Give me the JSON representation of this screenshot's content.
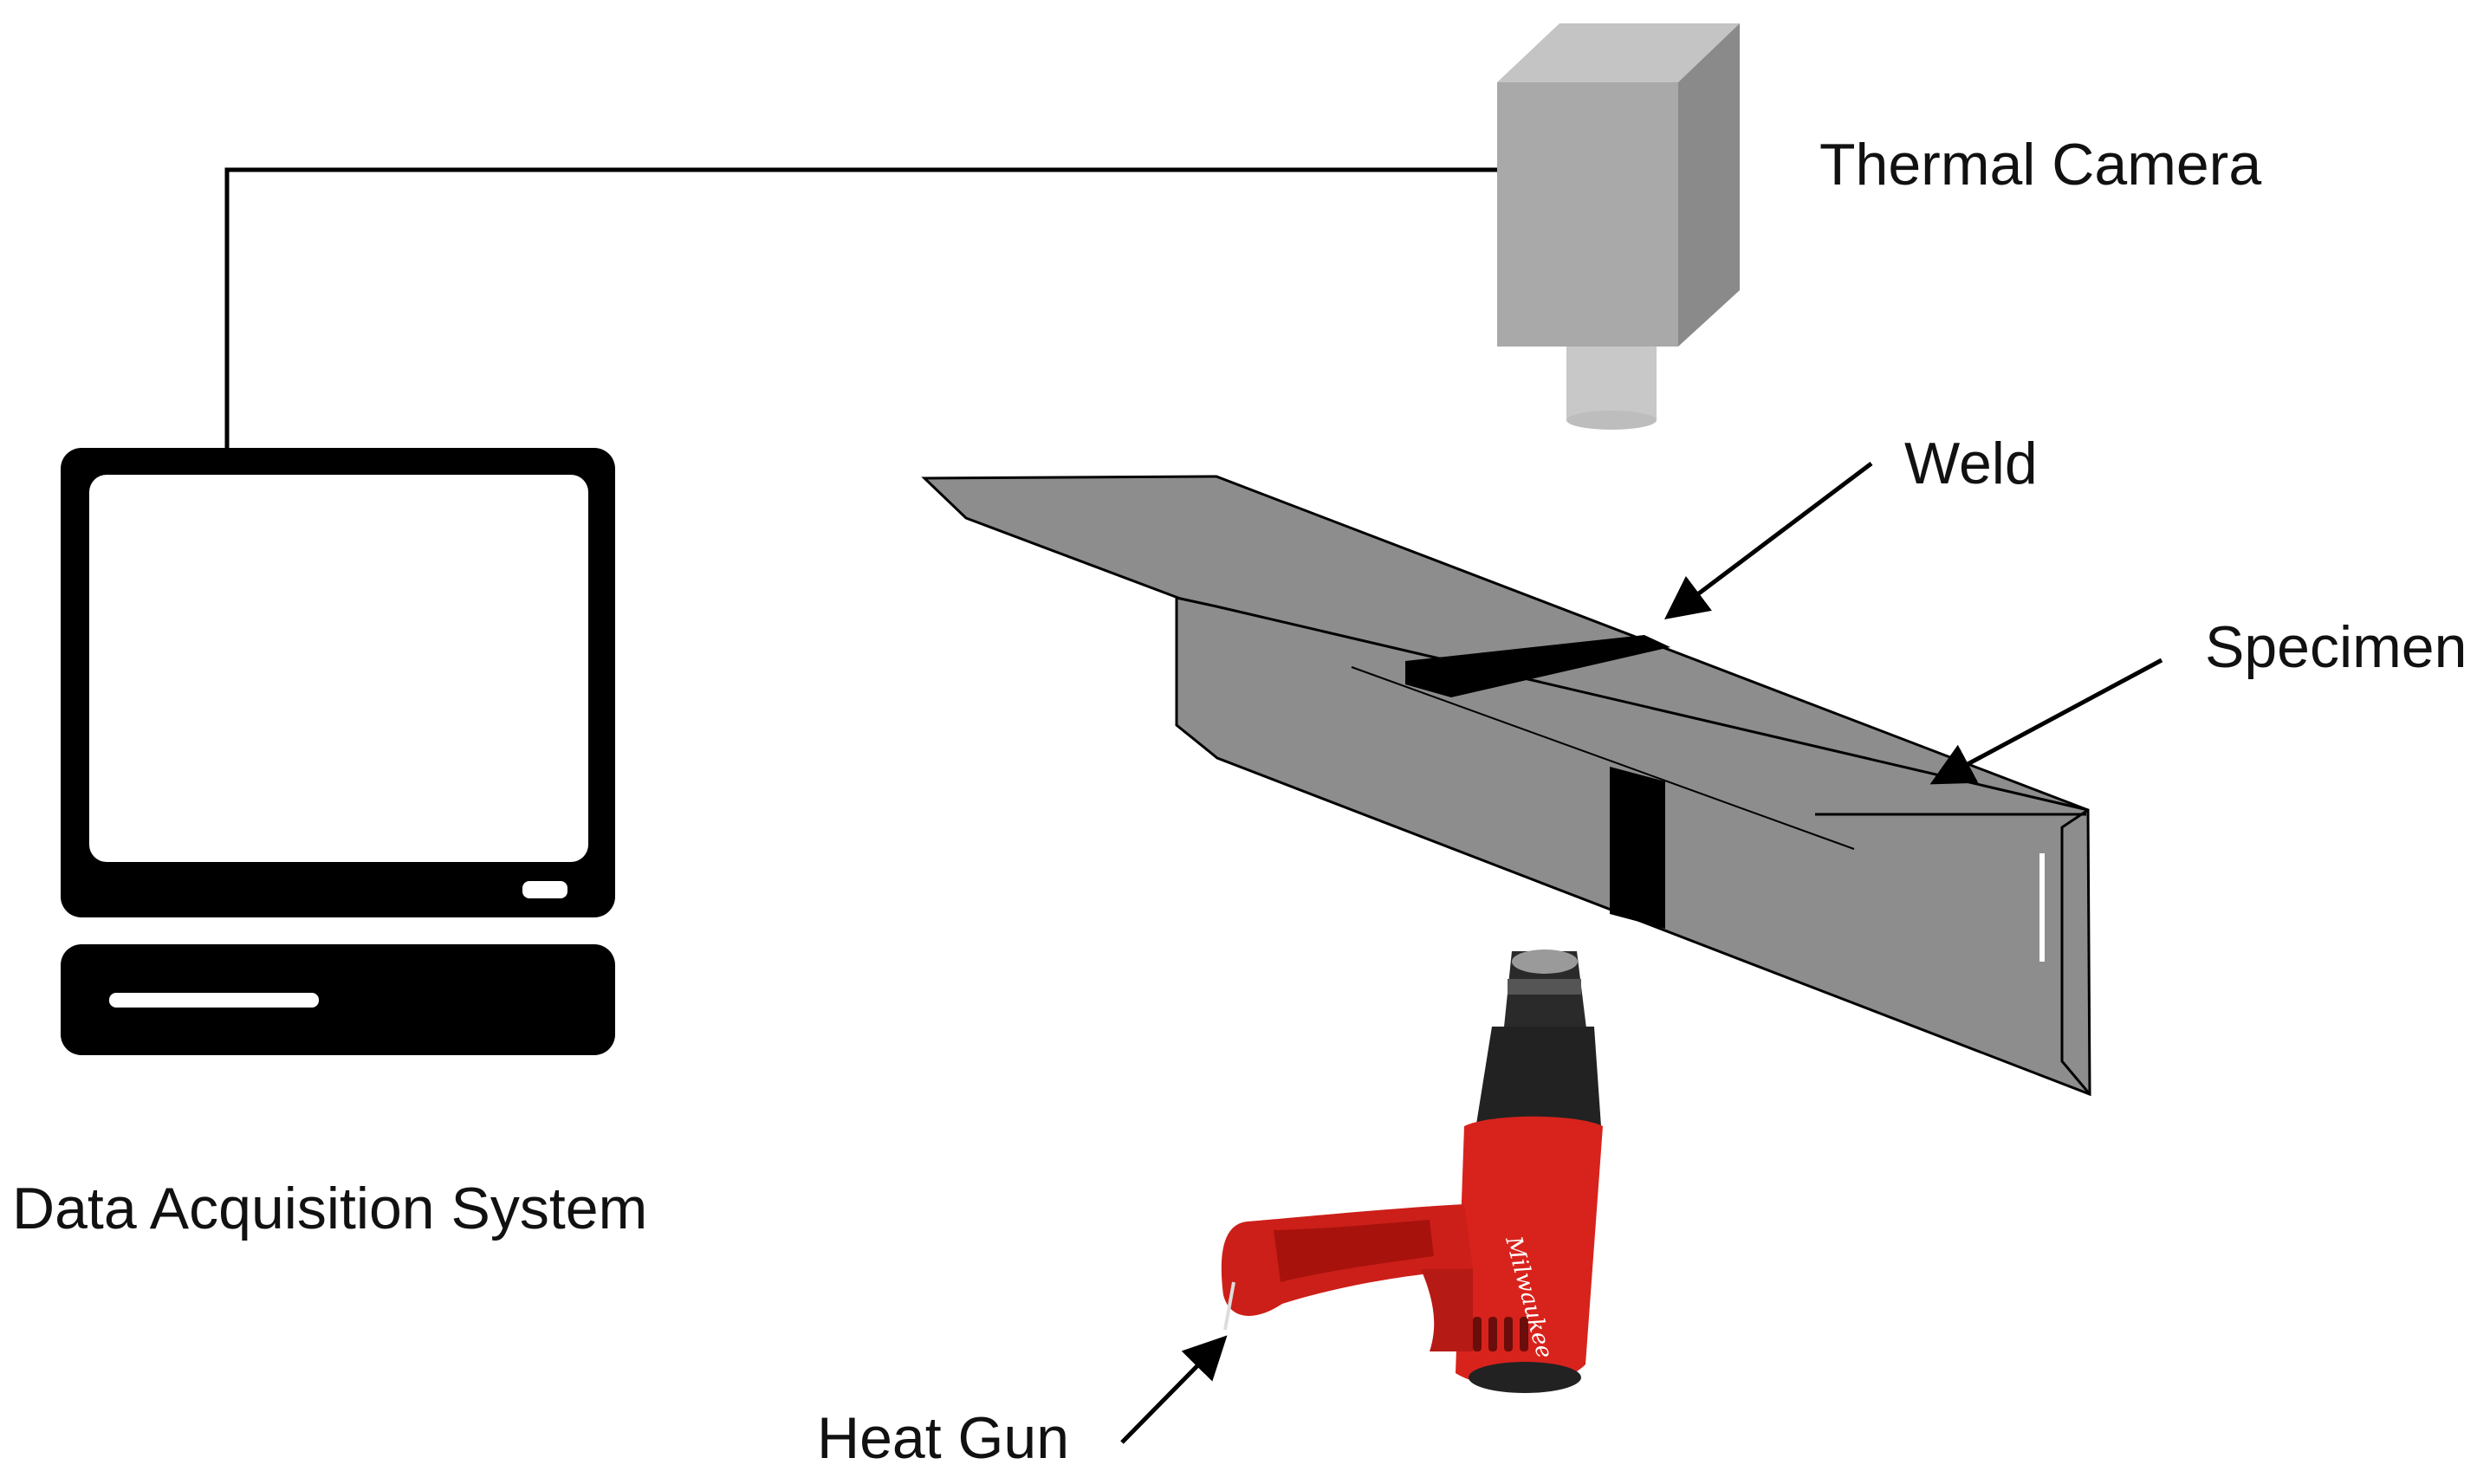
{
  "labels": {
    "thermal_camera": "Thermal Camera",
    "weld": "Weld",
    "specimen": "Specimen",
    "data_acquisition": "Data Acquisition System",
    "heat_gun": "Heat Gun"
  },
  "gun_brand": "Milwaukee",
  "colors": {
    "camera_front": "#a9a9a9",
    "camera_top": "#c4c4c4",
    "camera_side": "#8a8a8a",
    "specimen_fill": "#8d8d8d",
    "weld_fill": "#000000",
    "computer": "#000000",
    "heat_gun_body": "#d8231c",
    "heat_gun_dark": "#222222"
  },
  "icons": [
    "thermal-camera-icon",
    "computer-monitor-icon",
    "heat-gun-icon"
  ]
}
